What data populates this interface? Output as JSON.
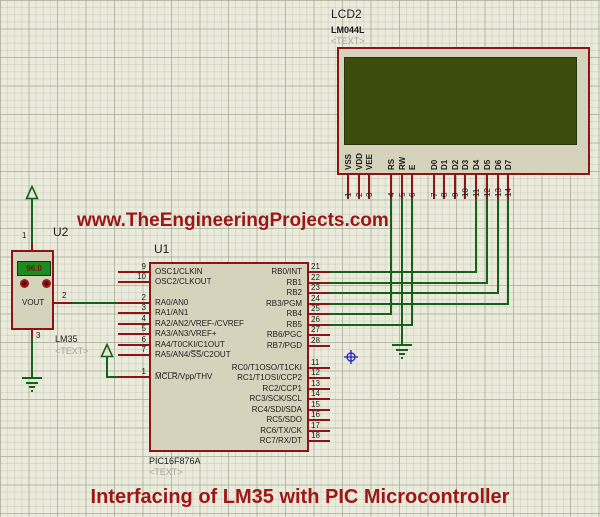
{
  "colors": {
    "component_red": "#8b1414",
    "wire_green": "#176017",
    "body_fill": "#d6d3bc",
    "lcd_screen": "#3c4c0d",
    "lcd_screen_border": "#27330a",
    "sensor_display_green": "#1f8a1f",
    "display_text_red": "#7c1010",
    "heading_red": "#9c1616",
    "grid_bg": "#eaebdc",
    "label_gray": "#a8a79a",
    "origin_blue": "#2d2dbb",
    "text_black": "#1c1c1c"
  },
  "watermark": {
    "text": "www.TheEngineeringProjects.com"
  },
  "title": {
    "text": "Interfacing of LM35 with PIC Microcontroller"
  },
  "lcd": {
    "ref": "LCD2",
    "part": "LM044L",
    "text_placeholder": "<TEXT>",
    "pins": [
      {
        "num": "1",
        "name": "VSS"
      },
      {
        "num": "2",
        "name": "VDD"
      },
      {
        "num": "3",
        "name": "VEE"
      },
      {
        "num": "4",
        "name": "RS"
      },
      {
        "num": "5",
        "name": "RW"
      },
      {
        "num": "6",
        "name": "E"
      },
      {
        "num": "7",
        "name": "D0"
      },
      {
        "num": "8",
        "name": "D1"
      },
      {
        "num": "9",
        "name": "D2"
      },
      {
        "num": "10",
        "name": "D3"
      },
      {
        "num": "11",
        "name": "D4"
      },
      {
        "num": "12",
        "name": "D5"
      },
      {
        "num": "13",
        "name": "D6"
      },
      {
        "num": "14",
        "name": "D7"
      }
    ]
  },
  "mcu": {
    "ref": "U1",
    "part": "PIC16F876A",
    "text_placeholder": "<TEXT>",
    "left_pins": [
      {
        "num": "9",
        "name": "OSC1/CLKIN"
      },
      {
        "num": "10",
        "name": "OSC2/CLKOUT"
      },
      {
        "num": "2",
        "name": "RA0/AN0"
      },
      {
        "num": "3",
        "name": "RA1/AN1"
      },
      {
        "num": "4",
        "name": "RA2/AN2/VREF-/CVREF"
      },
      {
        "num": "5",
        "name": "RA3/AN3/VREF+"
      },
      {
        "num": "6",
        "name": "RA4/T0CKI/C1OUT"
      },
      {
        "num": "7",
        "name": "RA5/AN4/S̅S̅/C2OUT"
      },
      {
        "num": "1",
        "name": "M̅C̅L̅R̅/Vpp/THV"
      }
    ],
    "right_pins": [
      {
        "num": "21",
        "name": "RB0/INT"
      },
      {
        "num": "22",
        "name": "RB1"
      },
      {
        "num": "23",
        "name": "RB2"
      },
      {
        "num": "24",
        "name": "RB3/PGM"
      },
      {
        "num": "25",
        "name": "RB4"
      },
      {
        "num": "26",
        "name": "RB5"
      },
      {
        "num": "27",
        "name": "RB6/PGC"
      },
      {
        "num": "28",
        "name": "RB7/PGD"
      },
      {
        "num": "11",
        "name": "RC0/T1OSO/T1CKI"
      },
      {
        "num": "12",
        "name": "RC1/T1OSI/CCP2"
      },
      {
        "num": "13",
        "name": "RC2/CCP1"
      },
      {
        "num": "14",
        "name": "RC3/SCK/SCL"
      },
      {
        "num": "15",
        "name": "RC4/SDI/SDA"
      },
      {
        "num": "16",
        "name": "RC5/SDO"
      },
      {
        "num": "17",
        "name": "RC6/TX/CK"
      },
      {
        "num": "18",
        "name": "RC7/RX/DT"
      }
    ]
  },
  "sensor": {
    "ref": "U2",
    "part": "LM35",
    "text_placeholder": "<TEXT>",
    "display_value": "96.0",
    "output_label": "VOUT",
    "pins": [
      {
        "num": "1"
      },
      {
        "num": "2"
      },
      {
        "num": "3"
      }
    ]
  }
}
